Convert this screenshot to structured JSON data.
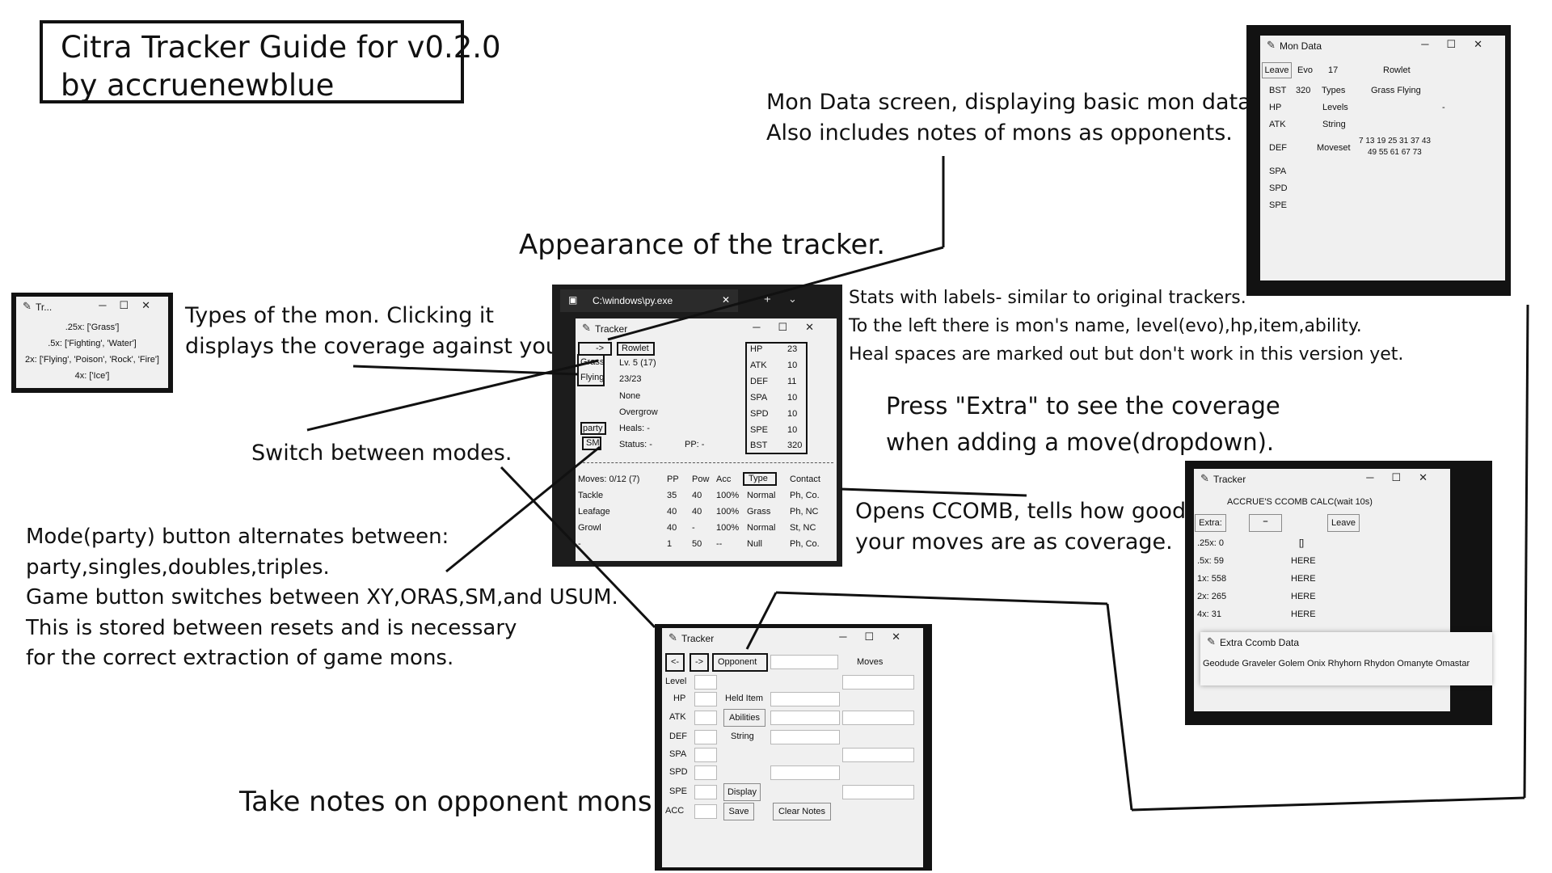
{
  "guide": {
    "title_line1": "Citra Tracker Guide for v0.2.0",
    "title_line2": "by accruenewblue"
  },
  "annotations": {
    "mon_data_1": "Mon Data screen, displaying basic mon data.",
    "mon_data_2": "Also includes notes of mons as opponents.",
    "appearance": "Appearance of the tracker.",
    "stats_1": "Stats with labels- similar to original trackers.",
    "stats_2": "To the left there is mon's name, level(evo),hp,item,ability.",
    "stats_3": "Heal spaces are marked out but don't work in this version yet.",
    "types_1": "Types of the mon. Clicking it",
    "types_2": "displays the coverage against you.",
    "switch_modes": "Switch between modes.",
    "extra_1": "Press \"Extra\" to see the coverage",
    "extra_2": "when adding a move(dropdown).",
    "ccomb_1": "Opens CCOMB, tells how good",
    "ccomb_2": "your moves are as coverage.",
    "mode_1": "Mode(party) button alternates between:",
    "mode_2": "party,singles,doubles,triples.",
    "mode_3": "Game button switches between XY,ORAS,SM,and USUM.",
    "mode_4": "This is stored between resets and is necessary",
    "mode_5": "for the correct extraction of game mons.",
    "notes": "Take notes on opponent mons."
  },
  "coverage_window": {
    "title": "Tr...",
    "lines": [
      ".25x: ['Grass']",
      ".5x: ['Fighting', 'Water']",
      "2x: ['Flying', 'Poison', 'Rock', 'Fire']",
      "4x: ['Ice']"
    ]
  },
  "terminal": {
    "tab": "C:\\windows\\py.exe",
    "plus": "+",
    "chevron": "⌄",
    "close": "✕"
  },
  "tracker": {
    "title": "Tracker",
    "arrow_btn": "->",
    "name": "Rowlet",
    "type1": "Grass",
    "type2": "Flying",
    "level": "Lv. 5 (17)",
    "hp_value": "23/23",
    "item": "None",
    "ability": "Overgrow",
    "mode_btn": "party",
    "game_btn": "SM",
    "heals": "Heals: -",
    "status": "Status: -",
    "pp": "PP: -",
    "stats": [
      {
        "label": "HP",
        "value": "23"
      },
      {
        "label": "ATK",
        "value": "10"
      },
      {
        "label": "DEF",
        "value": "11"
      },
      {
        "label": "SPA",
        "value": "10"
      },
      {
        "label": "SPD",
        "value": "10"
      },
      {
        "label": "SPE",
        "value": "10"
      },
      {
        "label": "BST",
        "value": "320"
      }
    ],
    "moves_header": [
      "Moves: 0/12 (7)",
      "PP",
      "Pow",
      "Acc",
      "Type",
      "Contact"
    ],
    "moves": [
      [
        "Tackle",
        "35",
        "40",
        "100%",
        "Normal",
        "Ph, Co."
      ],
      [
        "Leafage",
        "40",
        "40",
        "100%",
        "Grass",
        "Ph, NC"
      ],
      [
        "Growl",
        "40",
        "-",
        "100%",
        "Normal",
        "St, NC"
      ],
      [
        "-",
        "1",
        "50",
        "--",
        "Null",
        "Ph, Co."
      ]
    ]
  },
  "mon_data": {
    "title": "Mon Data",
    "leave": "Leave",
    "evo_label": "Evo",
    "evo_value": "17",
    "name": "Rowlet",
    "bst_label": "BST",
    "bst_value": "320",
    "types_label": "Types",
    "types_value": "Grass Flying",
    "hp_label": "HP",
    "levels_label": "Levels",
    "levels_value": "-",
    "atk_label": "ATK",
    "string_label": "String",
    "def_label": "DEF",
    "moveset_label": "Moveset",
    "moveset_line1": "7 13 19 25 31 37 43",
    "moveset_line2": "49 55 61 67 73",
    "spa_label": "SPA",
    "spd_label": "SPD",
    "spe_label": "SPE"
  },
  "ccomb": {
    "title": "Tracker",
    "heading": "ACCRUE'S CCOMB CALC(wait 10s)",
    "extra_btn": "Extra:",
    "dropdown_glyph": "⎯",
    "leave_btn": "Leave",
    "rows": [
      {
        "label": ".25x: 0",
        "value": "[]"
      },
      {
        "label": ".5x: 59",
        "value": "HERE"
      },
      {
        "label": "1x: 558",
        "value": "HERE"
      },
      {
        "label": "2x: 265",
        "value": "HERE"
      },
      {
        "label": "4x: 31",
        "value": "HERE"
      }
    ],
    "extra_title": "Extra Ccomb Data",
    "extra_text": "Geodude Graveler Golem Onix Rhyhorn Rhydon Omanyte Omastar"
  },
  "notes_tracker": {
    "title": "Tracker",
    "back_btn": "<-",
    "fwd_btn": "->",
    "opponent_btn": "Opponent",
    "moves_label": "Moves",
    "level_label": "Level",
    "hp_label": "HP",
    "held_item_label": "Held Item",
    "atk_label": "ATK",
    "abilities_btn": "Abilities",
    "def_label": "DEF",
    "string_label": "String",
    "spa_label": "SPA",
    "spd_label": "SPD",
    "spe_label": "SPE",
    "display_btn": "Display",
    "acc_label": "ACC",
    "save_btn": "Save",
    "clear_btn": "Clear Notes"
  },
  "window_controls": {
    "minimize": "─",
    "maximize": "☐",
    "close": "✕"
  },
  "icons": {
    "window": "feather-icon",
    "terminal": "terminal-icon"
  }
}
